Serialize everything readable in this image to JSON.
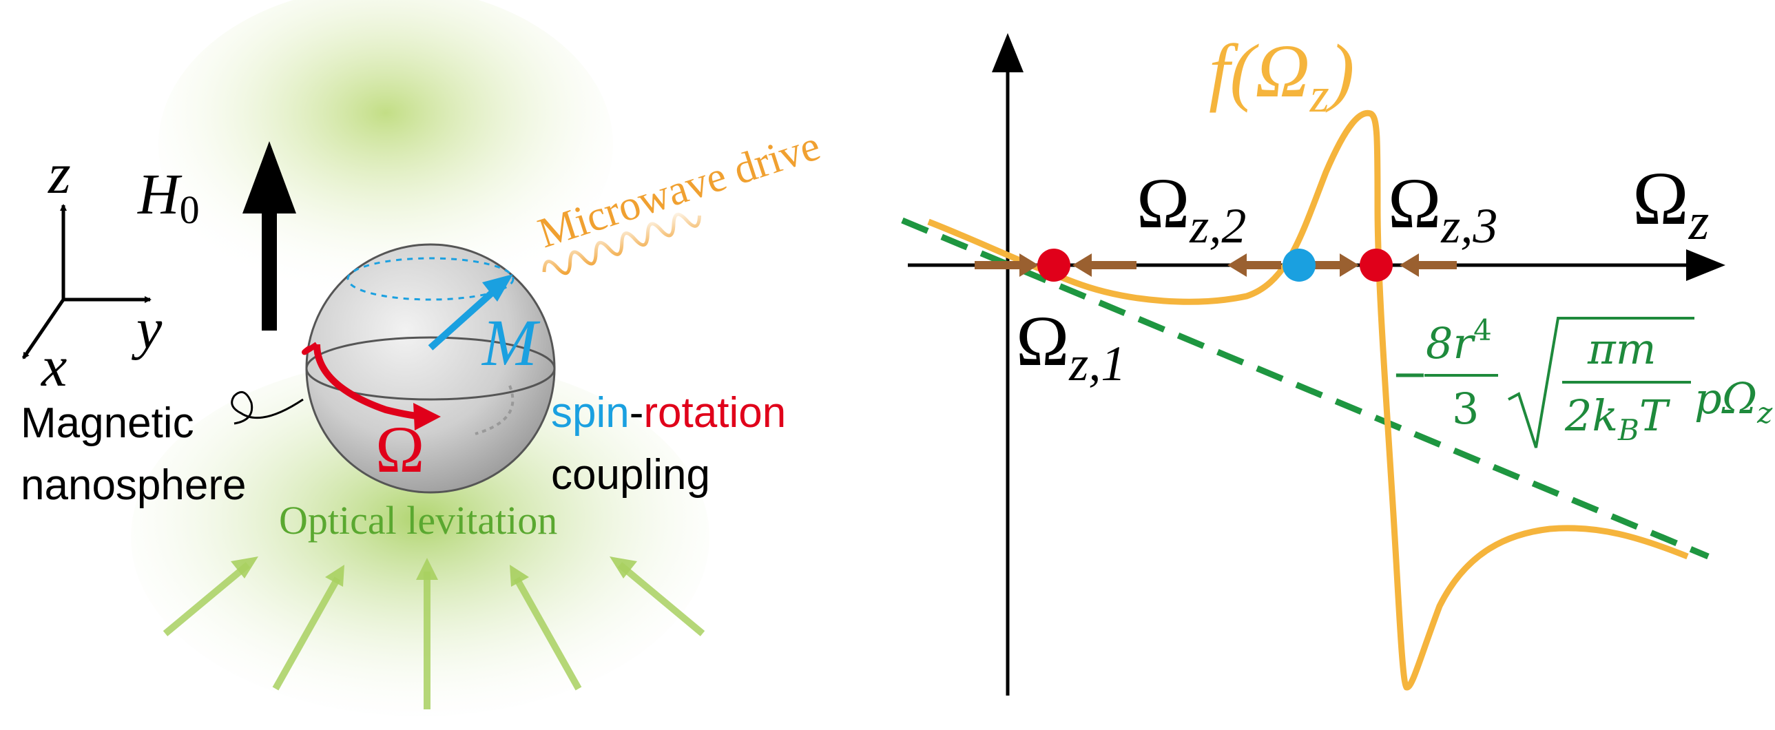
{
  "left_panel": {
    "axes": {
      "z": "z",
      "y": "y",
      "x": "x"
    },
    "field_label": "H",
    "field_sub": "0",
    "microwave_label": "Microwave drive",
    "magnetization_label": "M",
    "rotation_label": "Ω",
    "nanosphere_label_line1": "Magnetic",
    "nanosphere_label_line2": "nanosphere",
    "coupling_spin": "spin",
    "coupling_dash": "-",
    "coupling_rotation": "rotation",
    "coupling_word": "coupling",
    "levitation_label": "Optical levitation",
    "colors": {
      "microwave": "#f0a030",
      "magnetization": "#1aa0e0",
      "rotation": "#e0001a",
      "levitation": "#5aa830",
      "beam": "#a8d060"
    }
  },
  "right_panel": {
    "function_label": "f(Ω",
    "function_sub": "z",
    "function_close": ")",
    "axis_label": "Ω",
    "axis_sub": "z",
    "fixed_points": [
      {
        "label": "Ω",
        "sub": "z,1",
        "color": "#e0001a",
        "type": "stable"
      },
      {
        "label": "Ω",
        "sub": "z,2",
        "color": "#1aa0e0",
        "type": "unstable"
      },
      {
        "label": "Ω",
        "sub": "z,3",
        "color": "#e0001a",
        "type": "stable"
      }
    ],
    "asymptote_formula": {
      "minus": "−",
      "numerator": "8r",
      "numerator_exp": "4",
      "denominator": "3",
      "sqrt_numerator": "πm",
      "sqrt_denominator": "2k",
      "sqrt_denominator_sub": "B",
      "sqrt_denominator_tail": "T",
      "tail": "pΩ",
      "tail_sub": "z"
    },
    "colors": {
      "curve": "#f5b43c",
      "asymptote": "#1e9640",
      "arrow": "#9a6030",
      "axis": "#000000",
      "formula": "#1e8a3c"
    }
  }
}
